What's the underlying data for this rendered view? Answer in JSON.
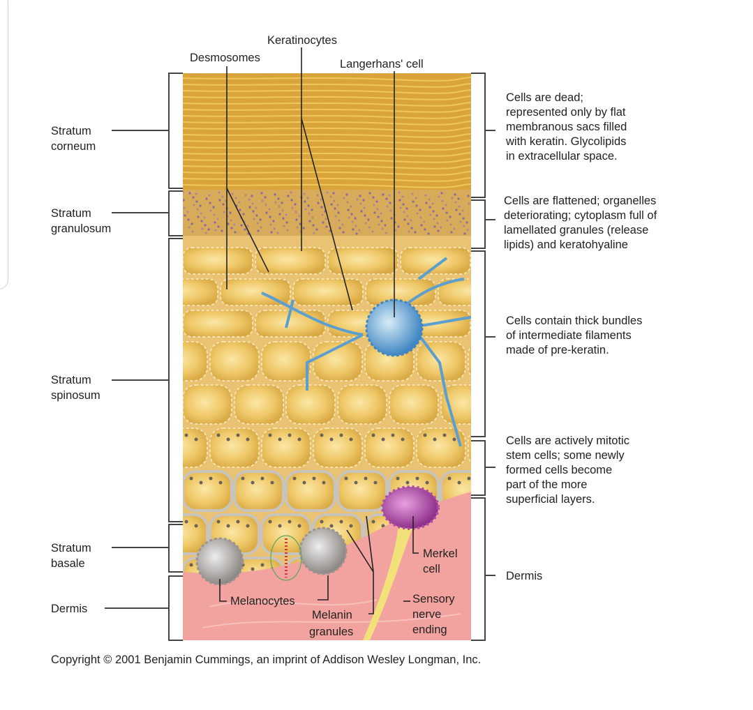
{
  "left_labels": [
    {
      "line1": "Stratum",
      "line2": "corneum"
    },
    {
      "line1": "Stratum",
      "line2": "granulosum"
    },
    {
      "line1": "Stratum",
      "line2": "spinosum"
    },
    {
      "line1": "Stratum",
      "line2": "basale"
    },
    {
      "line1": "Dermis",
      "line2": ""
    }
  ],
  "top_labels": {
    "keratinocytes": "Keratinocytes",
    "desmosomes": "Desmosomes",
    "langerhans": "Langerhans' cell"
  },
  "bottom_labels": {
    "melanocytes": "Melanocytes",
    "melanin1": "Melanin",
    "melanin2": "granules",
    "merkel1": "Merkel",
    "merkel2": "cell",
    "sensory1": "Sensory",
    "sensory2": "nerve",
    "sensory3": "ending"
  },
  "right_descriptions": [
    [
      "Cells are dead;",
      "represented only by flat",
      "membranous sacs filled",
      "with keratin. Glycolipids",
      "in extracellular space."
    ],
    [
      "Cells are flattened; organelles",
      "deteriorating; cytoplasm full of",
      "lamellated granules (release",
      "lipids) and keratohyaline"
    ],
    [
      "Cells contain thick bundles",
      "of intermediate filaments",
      "made of pre-keratin."
    ],
    [
      "Cells are actively mitotic",
      "stem cells; some newly",
      "formed cells become",
      "part of the more",
      "superficial layers."
    ],
    [
      "Dermis"
    ]
  ],
  "copyright": "Copyright © 2001 Benjamin Cummings, an imprint of Addison Wesley Longman, Inc.",
  "colors": {
    "corneum": "#d9a53a",
    "granulosum": "#d8a850",
    "cell": "#f0cc6e",
    "dermis": "#f2a3a0",
    "langerhans": "#5a9fd0",
    "merkel": "#b04aa8",
    "melanocyte": "#b8b4b0",
    "nerve": "#f2e07a"
  }
}
